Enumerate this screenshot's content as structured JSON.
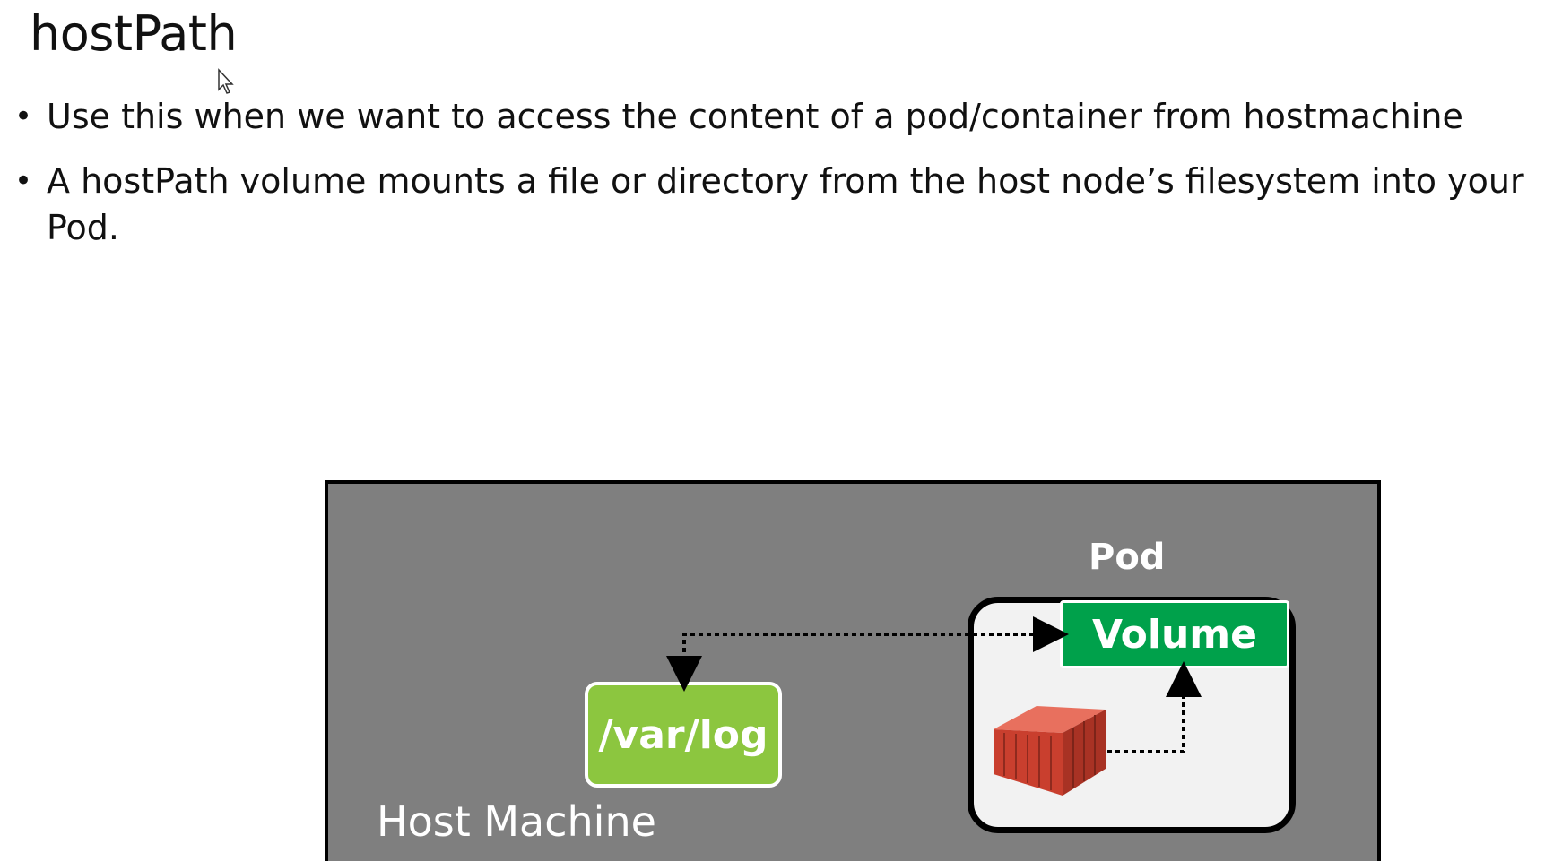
{
  "slide": {
    "title": "hostPath",
    "bullets": [
      "Use this when we want to access the content of a pod/container from hostmachine",
      "A hostPath volume mounts a file or directory from the host node’s filesystem into your Pod."
    ]
  },
  "diagram": {
    "host_label": "Host Machine",
    "pod_label": "Pod",
    "volume_label": "Volume",
    "path_label": "/var/log",
    "container_icon": "shipping-container-icon",
    "colors": {
      "host_background": "#7f7f7f",
      "pod_background": "#f2f2f2",
      "volume_green": "#00a14b",
      "path_green": "#8cc63f",
      "container_red": "#d84a38"
    }
  }
}
